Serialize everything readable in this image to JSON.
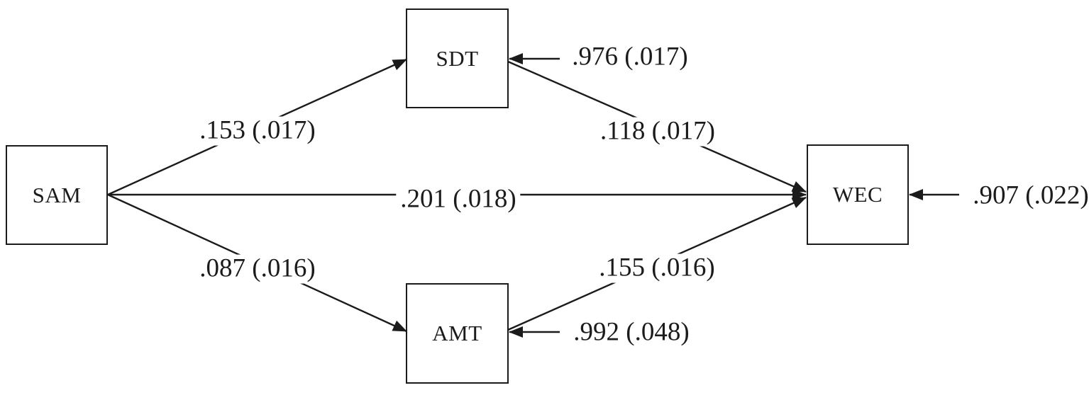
{
  "diagram": {
    "type": "structural-path-model",
    "nodes": [
      {
        "id": "SAM",
        "label": "SAM"
      },
      {
        "id": "SDT",
        "label": "SDT"
      },
      {
        "id": "AMT",
        "label": "AMT"
      },
      {
        "id": "WEC",
        "label": "WEC"
      }
    ],
    "edges": [
      {
        "from": "SAM",
        "to": "SDT",
        "label": ".153 (.017)"
      },
      {
        "from": "SAM",
        "to": "WEC",
        "label": ".201 (.018)"
      },
      {
        "from": "SAM",
        "to": "AMT",
        "label": ".087 (.016)"
      },
      {
        "from": "SDT",
        "to": "WEC",
        "label": ".118 (.017)"
      },
      {
        "from": "AMT",
        "to": "WEC",
        "label": ".155 (.016)"
      }
    ],
    "error_terms": [
      {
        "node": "SDT",
        "label": ".976 (.017)"
      },
      {
        "node": "WEC",
        "label": ".907 (.022)"
      },
      {
        "node": "AMT",
        "label": ".992 (.048)"
      }
    ],
    "colors": {
      "ink": "#1b1b1b",
      "background": "#ffffff"
    }
  }
}
